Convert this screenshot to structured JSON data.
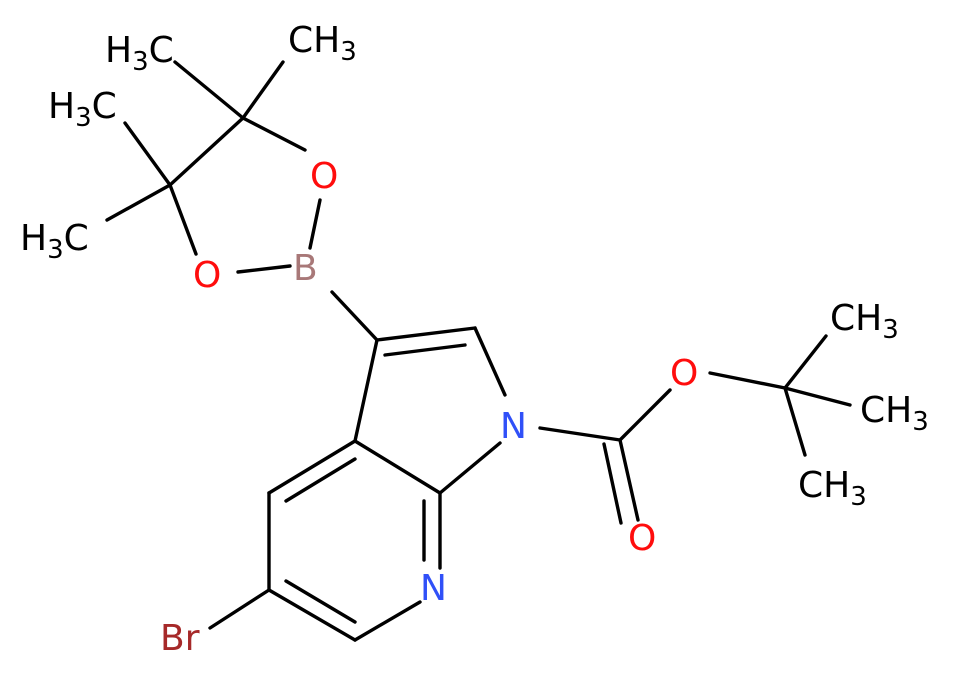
{
  "colors": {
    "bond": "#000000",
    "carbon": "#000000",
    "oxygen": "#ff0d0d",
    "nitrogen": "#3050f8",
    "boron": "#a87878",
    "bromine": "#a62929"
  },
  "labels": {
    "methyl_main": "CH",
    "methyl_sub": "3",
    "h3c_h": "H",
    "h3c_sub": "3",
    "h3c_c": "C",
    "oxygen": "O",
    "boron": "B",
    "nitrogen": "N",
    "bromine": "Br"
  }
}
